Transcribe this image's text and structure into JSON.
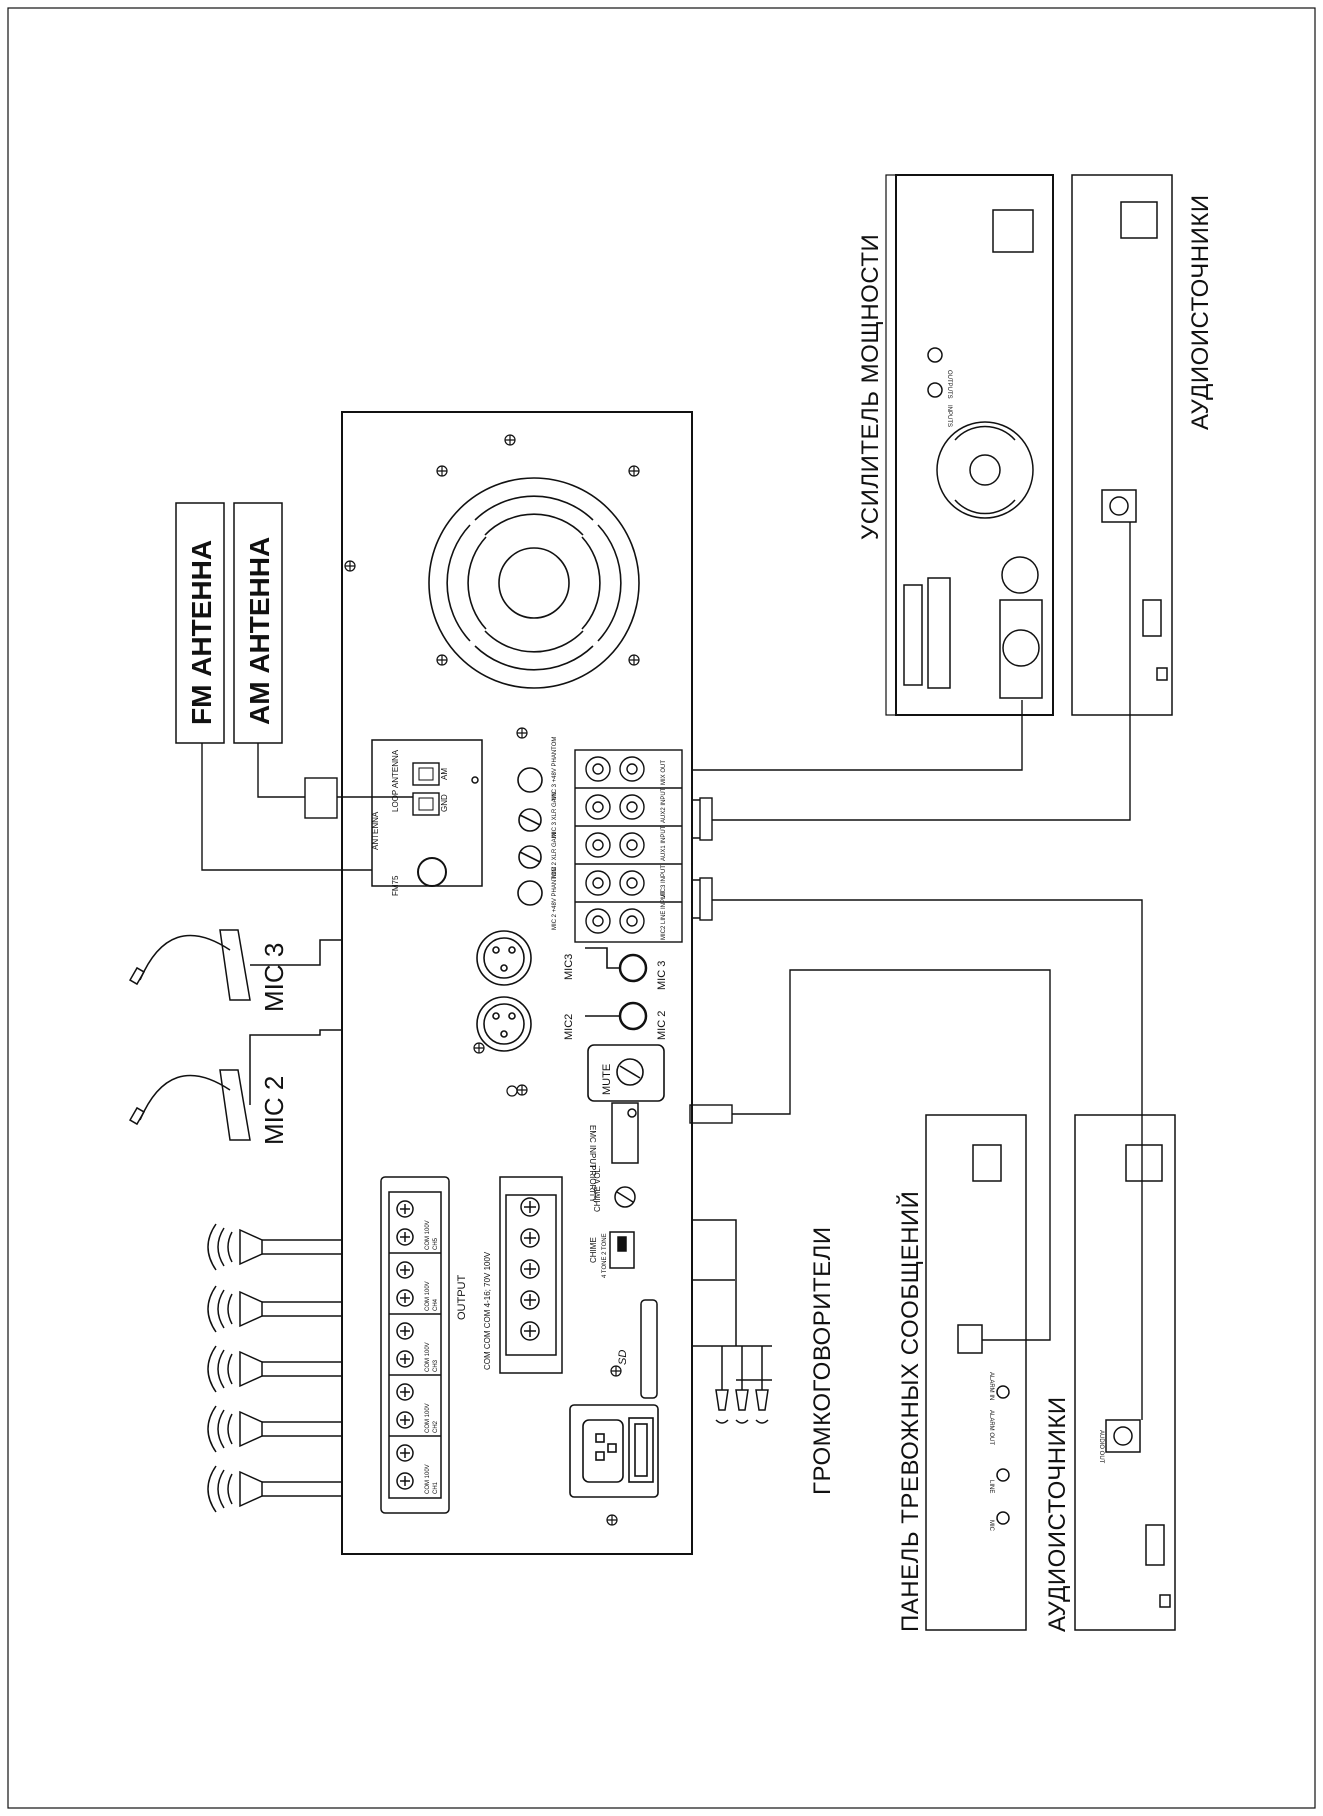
{
  "labels": {
    "fm_antenna": "FM АНТЕННА",
    "am_antenna": "AM АНТЕННА",
    "power_amp": "УСИЛИТЕЛЬ МОЩНОСТИ",
    "audio_sources_top": "АУДИОИСТОЧНИКИ",
    "alarm_panel": "ПАНЕЛЬ ТРЕВОЖНЫХ СООБЩЕНИЙ",
    "audio_sources_bottom": "АУДИОИСТОЧНИКИ",
    "speakers": "ГРОМКОГОВОРИТЕЛИ",
    "mic3": "MIC 3",
    "mic2": "MIC 2"
  },
  "panel": {
    "antenna": "ANTENNA",
    "fm75": "FM75",
    "loop_antenna": "LOOP ANTENNA",
    "gnd": "GND",
    "am": "AM",
    "mic2_phantom": "MIC 2 +48V PHANTOM",
    "mic2_xlr_gain": "MIC 2 XLR GAIN",
    "mic3_xlr_gain": "MIC 3 XLR GAIN",
    "mic3_phantom": "MIC 3 +48V PHANTOM",
    "mic2_line_input": "MIC2 LINE INPUT",
    "mic3_input": "MIC3 INPUT",
    "aux1_input": "AUX1 INPUT",
    "aux2_input": "AUX2 INPUT",
    "mix_out": "MIX OUT",
    "mic3_jack": "MIC3",
    "mic2_jack": "MIC2",
    "mic3_port": "MIC 3",
    "mic2_port": "MIC 2",
    "mute": "MUTE",
    "emc_input": "EMC INPUT",
    "priority": "PRIORITY",
    "output": "OUTPUT",
    "com_row": "COM  COM  COM 4-16;  70V  100V",
    "chime_vol": "CHIME VOL.",
    "chime": "CHIME",
    "chime_tone": "4 TONE  2 TONE",
    "sd": "SD",
    "channels": [
      "CH1",
      "CH2",
      "CH3",
      "CH4",
      "CH5"
    ],
    "ch_terms": [
      "COM 100V",
      "COM 100V",
      "COM 100V",
      "COM 100V",
      "COM 100V"
    ]
  },
  "devices": {
    "amp_inputs": "INPUTS",
    "amp_outputs": "OUTPUTS",
    "alarm_out": "ALARM OUT",
    "line": "LINE",
    "mic": "MIC",
    "audio_out": "AUDIO OUT",
    "alarm_in": "ALARM IN"
  }
}
